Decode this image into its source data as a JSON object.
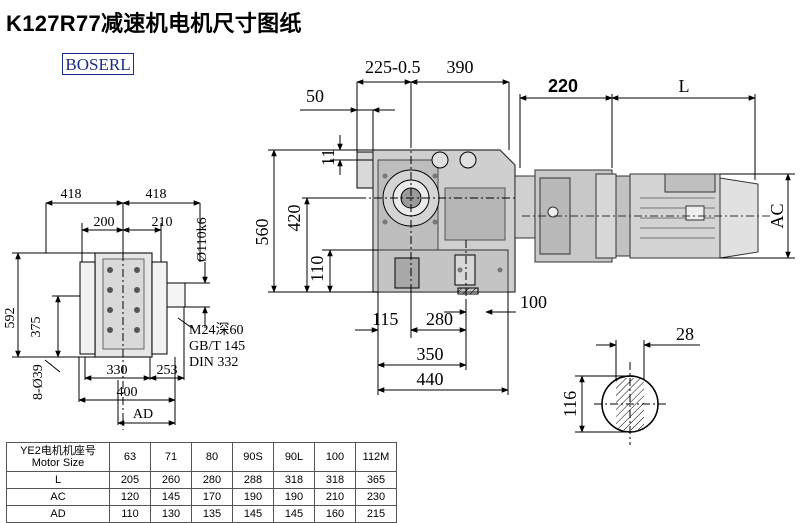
{
  "title": "K127R77减速机电机尺寸图纸",
  "brand": "BOSERL",
  "left_view": {
    "dims": [
      "418",
      "418",
      "200",
      "210",
      "Ø110k6",
      "592",
      "375",
      "8-Ø39",
      "330",
      "253",
      "400",
      "AD"
    ],
    "shaft_note": [
      "M24深60",
      "GB/T 145",
      "DIN 332"
    ]
  },
  "main_view": {
    "dims": [
      "225-0.5",
      "390",
      "50",
      "11",
      "560",
      "420",
      "110",
      "115",
      "280",
      "350",
      "440",
      "100"
    ]
  },
  "motor_dims": {
    "length_fixed": "220",
    "length_var": "L",
    "height_var": "AC"
  },
  "shaft_detail": {
    "width": "28",
    "height": "116"
  },
  "table": {
    "header_cn": "YE2电机机座号",
    "header_en": "Motor Size",
    "sizes": [
      "63",
      "71",
      "80",
      "90S",
      "90L",
      "100",
      "112M"
    ],
    "rows": [
      {
        "label": "L",
        "values": [
          "205",
          "260",
          "280",
          "288",
          "318",
          "318",
          "365"
        ]
      },
      {
        "label": "AC",
        "values": [
          "120",
          "145",
          "170",
          "190",
          "190",
          "210",
          "230"
        ]
      },
      {
        "label": "AD",
        "values": [
          "110",
          "130",
          "135",
          "145",
          "145",
          "160",
          "215"
        ]
      }
    ]
  }
}
